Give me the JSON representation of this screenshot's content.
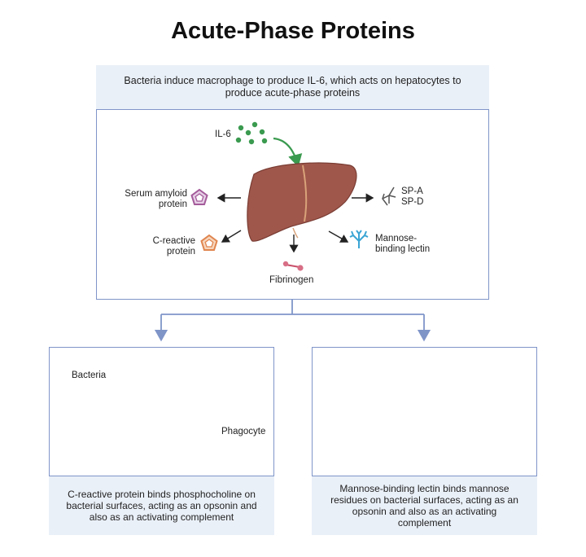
{
  "title": "Acute-Phase Proteins",
  "top_panel": {
    "caption": "Bacteria induce macrophage to produce IL-6, which acts on hepatocytes to produce acute-phase proteins",
    "il6": "IL-6",
    "serum_amyloid": "Serum amyloid protein",
    "c_reactive": "C-reactive protein",
    "fibrinogen": "Fibrinogen",
    "sp_a": "SP-A",
    "sp_d": "SP-D",
    "mannose": "Mannose-binding lectin"
  },
  "left_panel": {
    "bacteria": "Bacteria",
    "phagocyte": "Phagocyte",
    "caption": "C-reactive protein binds phosphocholine on bacterial surfaces, acting as an opsonin and also as an activating complement"
  },
  "right_panel": {
    "caption": "Mannose-binding lectin binds mannose residues on bacterial surfaces, acting as an opsonin and also as an activating complement"
  },
  "colors": {
    "border": "#7f95c8",
    "header_fill": "#eaf0f8",
    "liver": "#a0574b",
    "il6_dots": "#3a9a4f",
    "crp": "#e0854f",
    "serum_amyloid": "#a45b9a",
    "bacteria": "#c0453f",
    "lectin": "#3aa5d4",
    "phagocyte": "#8782c2"
  }
}
